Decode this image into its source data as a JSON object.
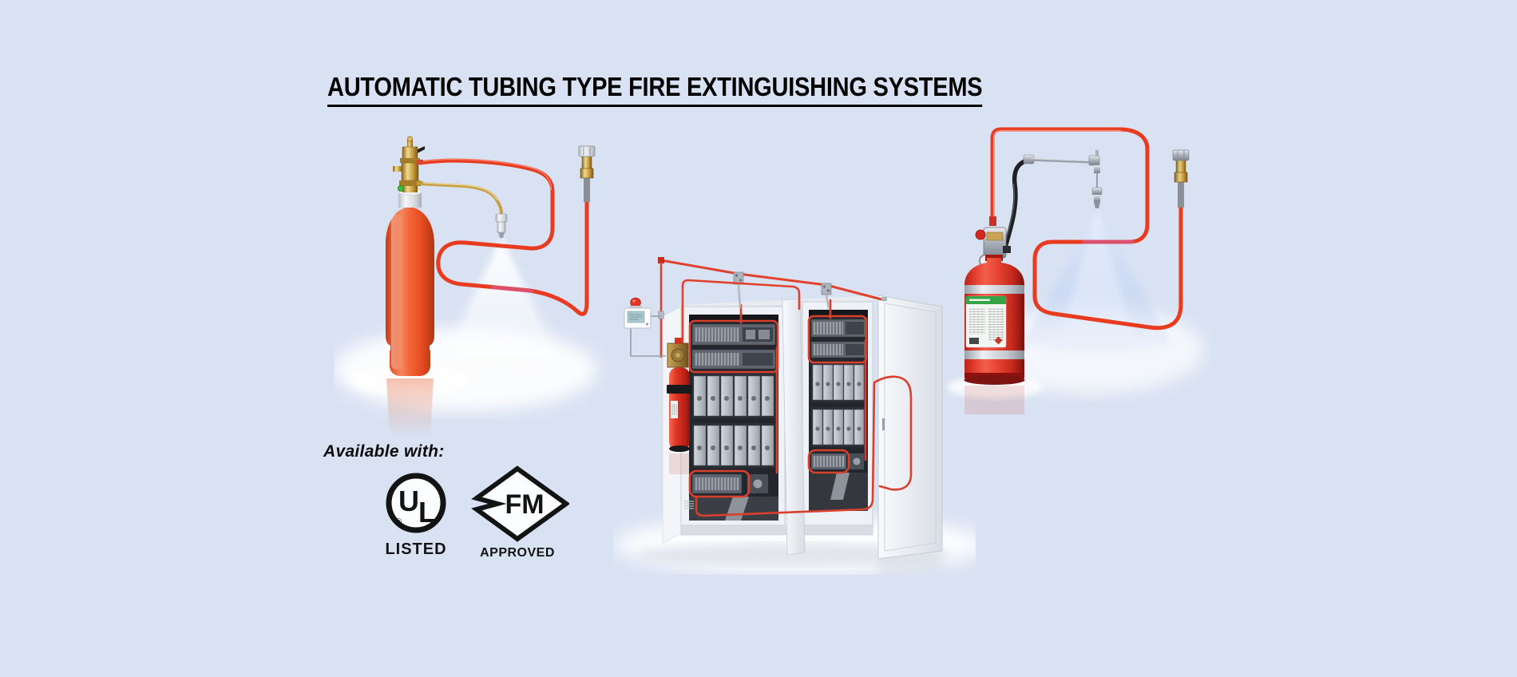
{
  "page": {
    "title": "AUTOMATIC TUBING TYPE FIRE EXTINGUISHING SYSTEMS",
    "background_color": "#d9e2f3"
  },
  "certifications": {
    "heading": "Available with:",
    "ul": {
      "letter_u": "U",
      "letter_l": "L",
      "registered_mark": "®",
      "caption": "LISTED"
    },
    "fm": {
      "monogram": "FM",
      "caption": "APPROVED"
    }
  },
  "illustrations": {
    "left": {
      "icon": "red-cylinder-with-detection-tubing-and-spray-nozzle-illustration"
    },
    "center": {
      "icon": "electrical-cabinet-with-tube-suppression-system-illustration"
    },
    "right": {
      "icon": "labeled-red-cylinder-with-detection-tubing-and-spray-nozzle-illustration"
    }
  },
  "colors": {
    "background": "#d9e2f3",
    "title_text": "#000000",
    "detection_tube_red": "#e8392a",
    "cylinder_orange_red": "#e8502d",
    "cylinder_red": "#d22b22",
    "brass": "#c9a24a",
    "logo_black": "#131313"
  }
}
